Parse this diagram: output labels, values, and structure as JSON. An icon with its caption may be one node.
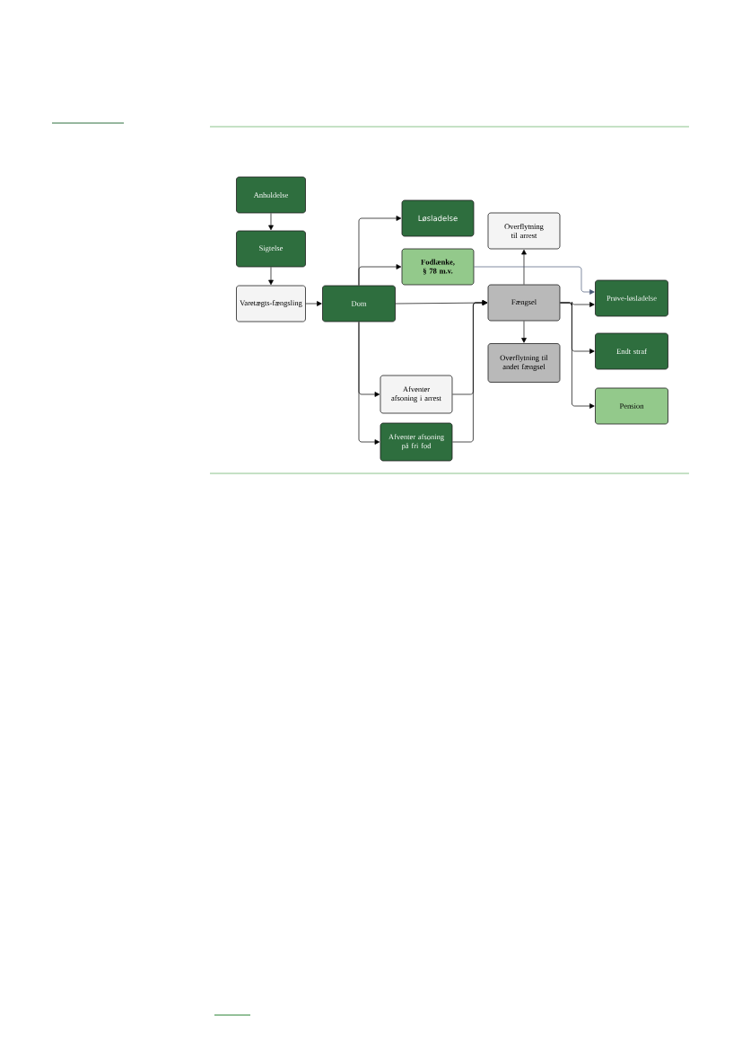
{
  "diagram": {
    "nodes": [
      {
        "text": [
          "Anholdelse"
        ]
      },
      {
        "text": [
          "Sigtelse"
        ]
      },
      {
        "text": [
          "Varetægts-fængsling"
        ]
      },
      {
        "text": [
          "Dom"
        ]
      },
      {
        "text": [
          "Løsladelse"
        ]
      },
      {
        "text": [
          "Fodlænke, § 78 m.v."
        ]
      },
      {
        "text": [
          "Overflytning til arrest"
        ]
      },
      {
        "text": [
          "Fængsel"
        ]
      },
      {
        "text": [
          "Overflytning til andet fængsel"
        ]
      },
      {
        "text": [
          "Prøve-løsladelse"
        ]
      },
      {
        "text": [
          "Endt straf"
        ]
      },
      {
        "text": [
          "Pension"
        ]
      },
      {
        "text": [
          "Afventer afsoning i arrest"
        ]
      },
      {
        "text": [
          "Afventer afsoning på fri fod"
        ]
      }
    ],
    "edges": [
      {
        "from": 0,
        "to": 1,
        "arrow": "to"
      },
      {
        "from": 1,
        "to": 2,
        "arrow": "to"
      },
      {
        "from": 2,
        "to": 3,
        "arrow": "to"
      },
      {
        "from": 3,
        "to": 4,
        "arrow": "to"
      },
      {
        "from": 3,
        "to": 5,
        "arrow": "to"
      },
      {
        "from": 3,
        "to": 7,
        "arrow": "to"
      },
      {
        "from": 3,
        "to": 12,
        "arrow": "to"
      },
      {
        "from": 3,
        "to": 13,
        "arrow": "to"
      },
      {
        "from": 12,
        "to": 7,
        "arrow": "to"
      },
      {
        "from": 13,
        "to": 7,
        "arrow": "to"
      },
      {
        "from": 7,
        "to": 6,
        "arrow": "to"
      },
      {
        "from": 7,
        "to": 8,
        "arrow": "to"
      },
      {
        "from": 7,
        "to": 9,
        "arrow": "to"
      },
      {
        "from": 7,
        "to": 10,
        "arrow": "to"
      },
      {
        "from": 7,
        "to": 11,
        "arrow": "to"
      },
      {
        "from": 5,
        "to": 9,
        "arrow": "to",
        "color": "#4a5a78"
      }
    ]
  }
}
